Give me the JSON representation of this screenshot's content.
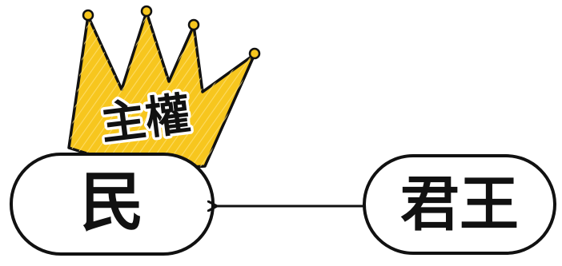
{
  "diagram": {
    "crown": {
      "label": "主權",
      "fill": "#F7C61E",
      "hatch": "#FFE27A"
    },
    "nodes": [
      {
        "id": "people",
        "label": "民"
      },
      {
        "id": "monarch",
        "label": "君王"
      }
    ],
    "edge": {
      "from": "monarch",
      "to": "people"
    },
    "colors": {
      "stroke": "#111111",
      "node_fill": "#ffffff"
    }
  }
}
